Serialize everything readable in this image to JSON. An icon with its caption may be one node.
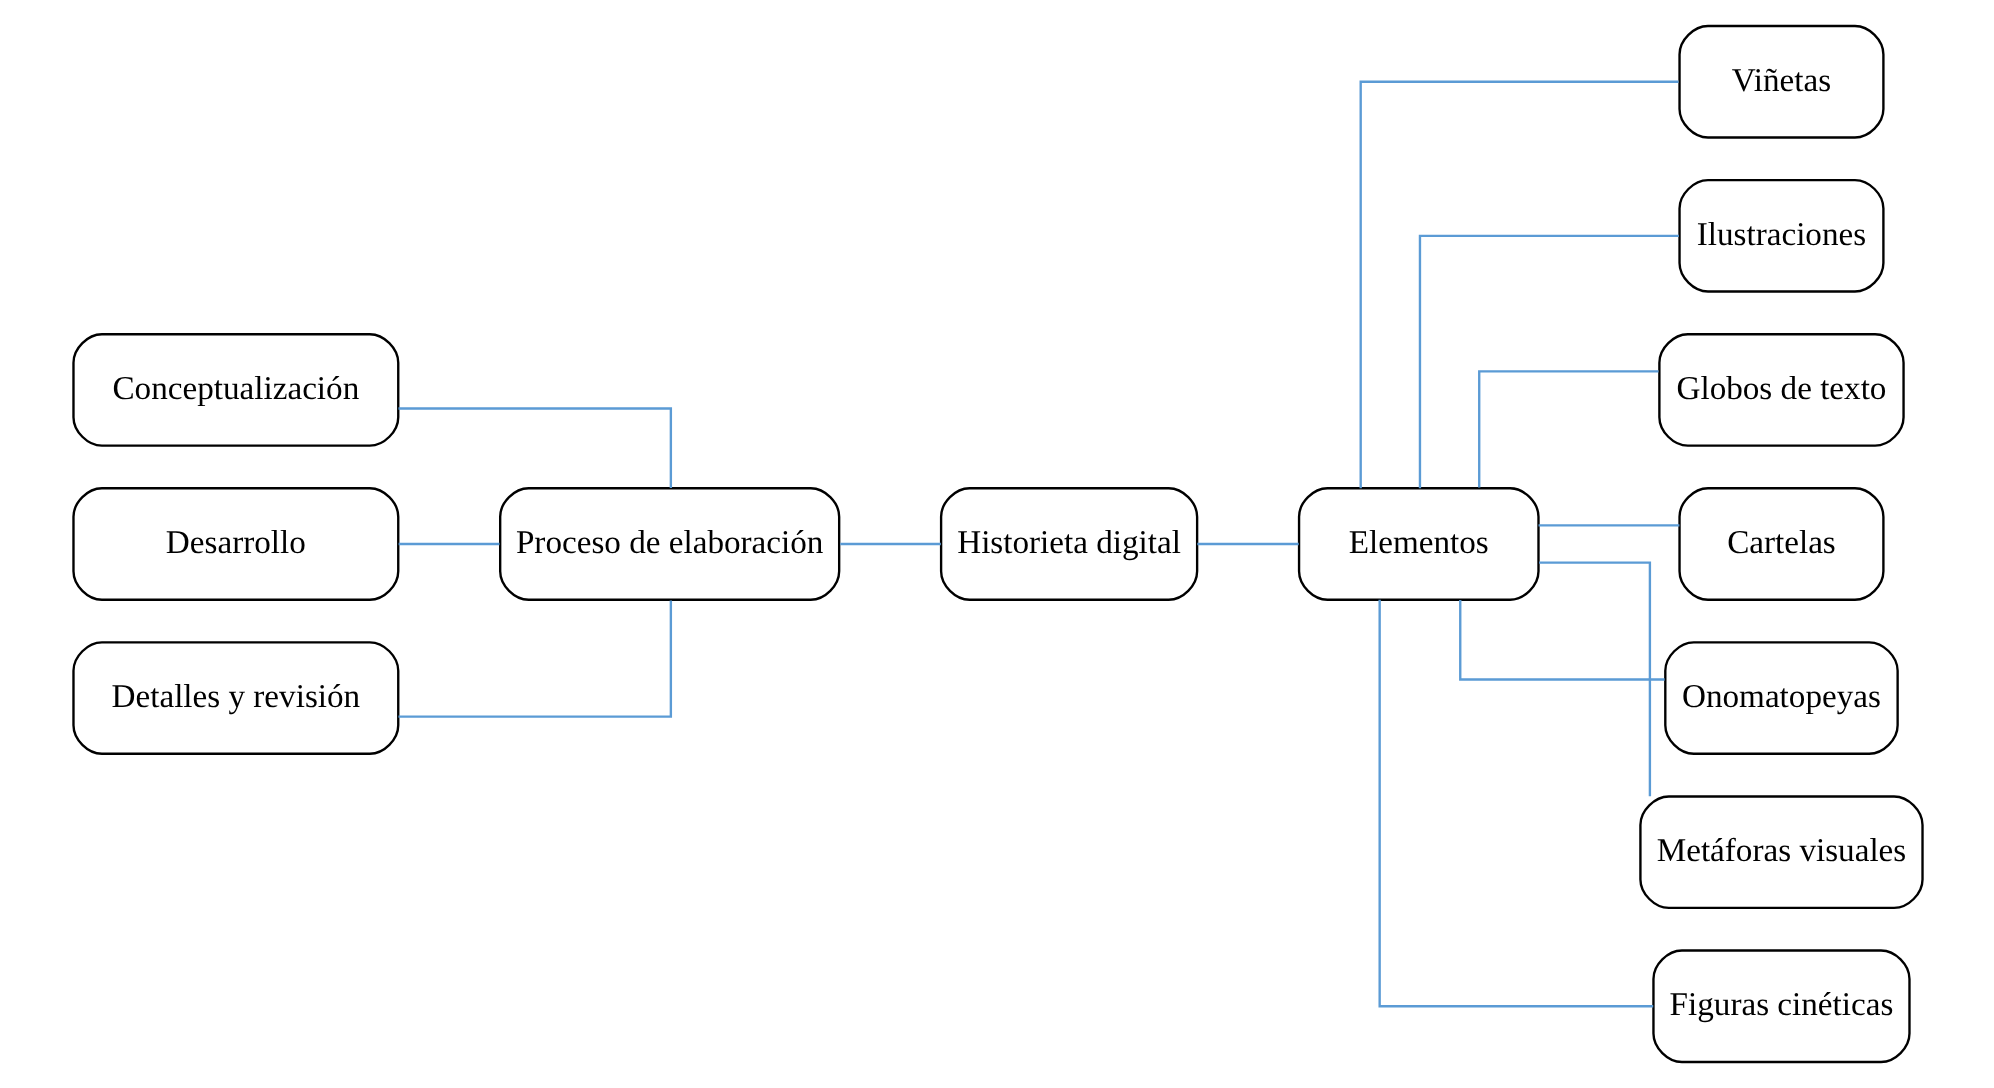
{
  "diagram": {
    "nodes": [
      {
        "text": [
          "Conceptualización"
        ]
      },
      {
        "text": [
          "Desarrollo"
        ]
      },
      {
        "text": [
          "Detalles y revisión"
        ]
      },
      {
        "text": [
          "Proceso de elaboración"
        ]
      },
      {
        "text": [
          "Historieta digital"
        ]
      },
      {
        "text": [
          "Elementos"
        ]
      },
      {
        "text": [
          "Viñetas"
        ]
      },
      {
        "text": [
          "Ilustraciones"
        ]
      },
      {
        "text": [
          "Globos de texto"
        ]
      },
      {
        "text": [
          "Cartelas"
        ]
      },
      {
        "text": [
          "Onomatopeyas"
        ]
      },
      {
        "text": [
          "Metáforas visuales"
        ]
      },
      {
        "text": [
          "Figuras cinéticas"
        ]
      }
    ],
    "edges": [
      {
        "from": 0,
        "to": 3,
        "arrow": "none"
      },
      {
        "from": 1,
        "to": 3,
        "arrow": "none"
      },
      {
        "from": 2,
        "to": 3,
        "arrow": "none"
      },
      {
        "from": 3,
        "to": 4,
        "arrow": "none"
      },
      {
        "from": 4,
        "to": 5,
        "arrow": "none"
      },
      {
        "from": 5,
        "to": 6,
        "arrow": "none"
      },
      {
        "from": 5,
        "to": 7,
        "arrow": "none"
      },
      {
        "from": 5,
        "to": 8,
        "arrow": "none"
      },
      {
        "from": 5,
        "to": 9,
        "arrow": "none"
      },
      {
        "from": 5,
        "to": 10,
        "arrow": "none"
      },
      {
        "from": 5,
        "to": 11,
        "arrow": "none"
      },
      {
        "from": 5,
        "to": 12,
        "arrow": "none"
      }
    ]
  }
}
